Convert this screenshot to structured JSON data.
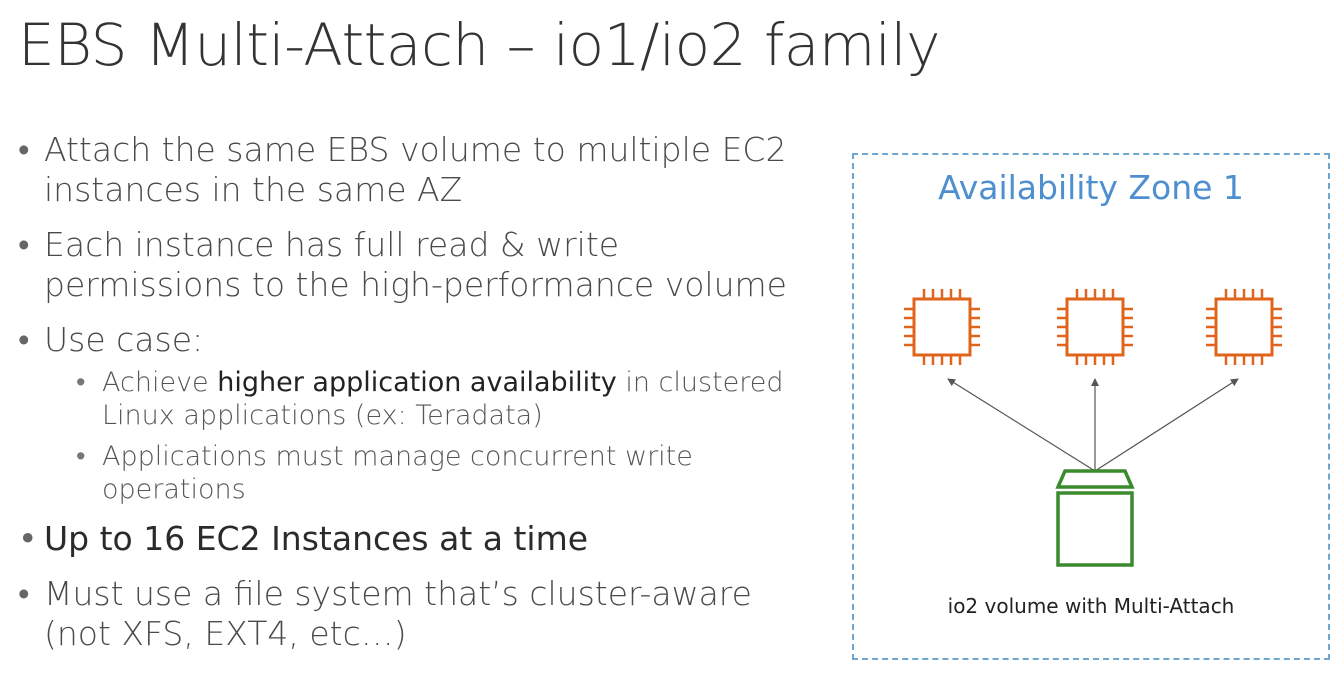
{
  "title": "EBS Multi-Attach – io1/io2 family",
  "bullets": [
    "Attach the same EBS volume to multiple EC2 instances in the same AZ",
    "Each instance has full read & write permissions to the high-performance volume",
    "Use case:"
  ],
  "use_case_items": {
    "item1_prefix": "Achieve ",
    "item1_strong": "higher application availability",
    "item1_suffix": " in clustered Linux applications (ex: Teradata)",
    "item2": "Applications must manage concurrent write operations"
  },
  "bullets_after": [
    "Up to 16 EC2 Instances at a time",
    "Must use a file system that’s cluster-aware (not XFS, EXT4, etc…)"
  ],
  "diagram": {
    "zone_label": "Availability Zone 1",
    "volume_caption": "io2 volume with Multi-Attach",
    "icons": [
      "ec2-instance-icon",
      "ec2-instance-icon",
      "ec2-instance-icon",
      "ebs-volume-icon"
    ],
    "colors": {
      "instance": "#e0641b",
      "volume": "#3c8a2e",
      "zone_border": "#6da6cf",
      "zone_label": "#4e8fcf",
      "arrow": "#555555"
    }
  }
}
